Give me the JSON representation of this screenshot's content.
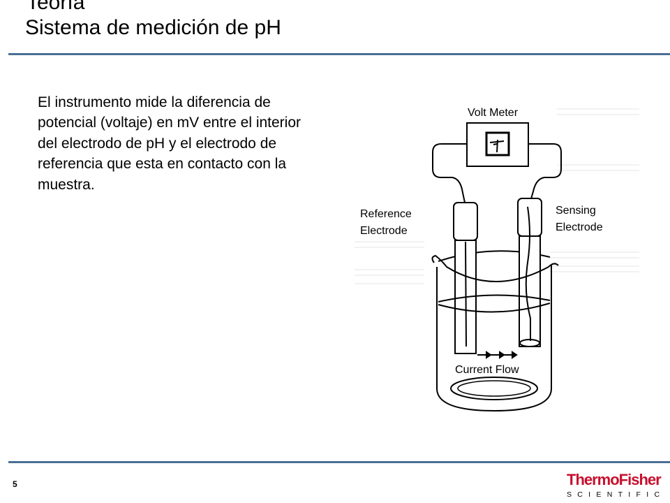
{
  "slide": {
    "title_line1": "Teoría",
    "title_line2": "Sistema de medición de pH",
    "body": "El instrumento mide la diferencia de potencial (voltaje) en mV entre el interior del electrodo de pH y el electrodo de referencia que esta en contacto con la muestra.",
    "page_number": "5"
  },
  "diagram": {
    "volt_meter_label": "Volt Meter",
    "reference_label_line1": "Reference",
    "reference_label_line2": "Electrode",
    "sensing_label_line1": "Sensing",
    "sensing_label_line2": "Electrode",
    "current_flow_label": "Current Flow"
  },
  "logo": {
    "line1": "ThermoFisher",
    "line2": "SCIENTIFIC",
    "brand_color": "#c8102e"
  },
  "colors": {
    "rule": "#4b6f93"
  }
}
